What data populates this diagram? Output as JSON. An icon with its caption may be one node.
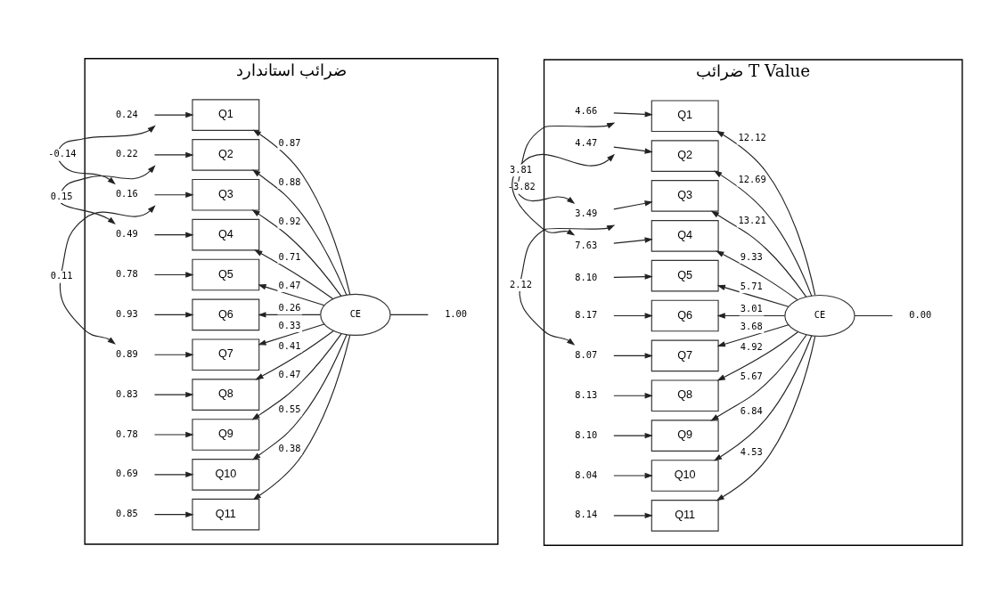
{
  "diagram": {
    "nodes": [
      {
        "text": [
          "ضرائب استاندارد"
        ]
      },
      {
        "text": [
          "Q1"
        ],
        "in": 0
      },
      {
        "text": [
          "Q2"
        ],
        "in": 0
      },
      {
        "text": [
          "Q3"
        ],
        "in": 0
      },
      {
        "text": [
          "Q4"
        ],
        "in": 0
      },
      {
        "text": [
          "Q5"
        ],
        "in": 0
      },
      {
        "text": [
          "Q6"
        ],
        "in": 0
      },
      {
        "text": [
          "Q7"
        ],
        "in": 0
      },
      {
        "text": [
          "Q8"
        ],
        "in": 0
      },
      {
        "text": [
          "Q9"
        ],
        "in": 0
      },
      {
        "text": [
          "Q10"
        ],
        "in": 0
      },
      {
        "text": [
          "Q11"
        ],
        "in": 0
      },
      {
        "text": [
          "CE"
        ],
        "in": 0
      },
      {
        "text": [
          "0.24"
        ],
        "in": 0
      },
      {
        "text": [
          "0.22"
        ],
        "in": 0
      },
      {
        "text": [
          "0.16"
        ],
        "in": 0
      },
      {
        "text": [
          "0.49"
        ],
        "in": 0
      },
      {
        "text": [
          "0.78"
        ],
        "in": 0
      },
      {
        "text": [
          "0.93"
        ],
        "in": 0
      },
      {
        "text": [
          "0.89"
        ],
        "in": 0
      },
      {
        "text": [
          "0.83"
        ],
        "in": 0
      },
      {
        "text": [
          "0.78"
        ],
        "in": 0
      },
      {
        "text": [
          "0.69"
        ],
        "in": 0
      },
      {
        "text": [
          "0.85"
        ],
        "in": 0
      },
      {
        "text": [
          "1.00"
        ],
        "in": 0
      },
      {
        "text": [
          "ضرائب T Value"
        ]
      },
      {
        "text": [
          "Q1"
        ],
        "in": 25
      },
      {
        "text": [
          "Q2"
        ],
        "in": 25
      },
      {
        "text": [
          "Q3"
        ],
        "in": 25
      },
      {
        "text": [
          "Q4"
        ],
        "in": 25
      },
      {
        "text": [
          "Q5"
        ],
        "in": 25
      },
      {
        "text": [
          "Q6"
        ],
        "in": 25
      },
      {
        "text": [
          "Q7"
        ],
        "in": 25
      },
      {
        "text": [
          "Q8"
        ],
        "in": 25
      },
      {
        "text": [
          "Q9"
        ],
        "in": 25
      },
      {
        "text": [
          "Q10"
        ],
        "in": 25
      },
      {
        "text": [
          "Q11"
        ],
        "in": 25
      },
      {
        "text": [
          "CE"
        ],
        "in": 25
      },
      {
        "text": [
          "4.66"
        ],
        "in": 25
      },
      {
        "text": [
          "4.47"
        ],
        "in": 25
      },
      {
        "text": [
          "3.49"
        ],
        "in": 25
      },
      {
        "text": [
          "7.63"
        ],
        "in": 25
      },
      {
        "text": [
          "8.10"
        ],
        "in": 25
      },
      {
        "text": [
          "8.17"
        ],
        "in": 25
      },
      {
        "text": [
          "8.07"
        ],
        "in": 25
      },
      {
        "text": [
          "8.13"
        ],
        "in": 25
      },
      {
        "text": [
          "8.10"
        ],
        "in": 25
      },
      {
        "text": [
          "8.04"
        ],
        "in": 25
      },
      {
        "text": [
          "8.14"
        ],
        "in": 25
      },
      {
        "text": [
          "0.00"
        ],
        "in": 25
      }
    ],
    "edges": [
      {
        "from": 13,
        "to": 1,
        "arrow": "to"
      },
      {
        "from": 14,
        "to": 2,
        "arrow": "to"
      },
      {
        "from": 15,
        "to": 3,
        "arrow": "to"
      },
      {
        "from": 16,
        "to": 4,
        "arrow": "to"
      },
      {
        "from": 17,
        "to": 5,
        "arrow": "to"
      },
      {
        "from": 18,
        "to": 6,
        "arrow": "to"
      },
      {
        "from": 19,
        "to": 7,
        "arrow": "to"
      },
      {
        "from": 20,
        "to": 8,
        "arrow": "to"
      },
      {
        "from": 21,
        "to": 9,
        "arrow": "to"
      },
      {
        "from": 22,
        "to": 10,
        "arrow": "to"
      },
      {
        "from": 23,
        "to": 11,
        "arrow": "to"
      },
      {
        "from": 12,
        "to": 1,
        "arrow": "to",
        "label": "0.87"
      },
      {
        "from": 12,
        "to": 2,
        "arrow": "to",
        "label": "0.88"
      },
      {
        "from": 12,
        "to": 3,
        "arrow": "to",
        "label": "0.92"
      },
      {
        "from": 12,
        "to": 4,
        "arrow": "to",
        "label": "0.71"
      },
      {
        "from": 12,
        "to": 5,
        "arrow": "to",
        "label": "0.47"
      },
      {
        "from": 12,
        "to": 6,
        "arrow": "to",
        "label": "0.26"
      },
      {
        "from": 12,
        "to": 7,
        "arrow": "to",
        "label": "0.33"
      },
      {
        "from": 12,
        "to": 8,
        "arrow": "to",
        "label": "0.41"
      },
      {
        "from": 12,
        "to": 9,
        "arrow": "to",
        "label": "0.47"
      },
      {
        "from": 12,
        "to": 10,
        "arrow": "to",
        "label": "0.55"
      },
      {
        "from": 12,
        "to": 11,
        "arrow": "to",
        "label": "0.38"
      },
      {
        "from": 12,
        "to": 24,
        "arrow": "none"
      },
      {
        "from": 13,
        "to": 15,
        "arrow": "both",
        "label": "-0.14"
      },
      {
        "from": 14,
        "to": 16,
        "arrow": "both",
        "label": "0.15"
      },
      {
        "from": 15,
        "to": 19,
        "arrow": "both",
        "label": "0.11"
      },
      {
        "from": 38,
        "to": 26,
        "arrow": "to"
      },
      {
        "from": 39,
        "to": 27,
        "arrow": "to"
      },
      {
        "from": 40,
        "to": 28,
        "arrow": "to"
      },
      {
        "from": 41,
        "to": 29,
        "arrow": "to"
      },
      {
        "from": 42,
        "to": 30,
        "arrow": "to"
      },
      {
        "from": 43,
        "to": 31,
        "arrow": "to"
      },
      {
        "from": 44,
        "to": 32,
        "arrow": "to"
      },
      {
        "from": 45,
        "to": 33,
        "arrow": "to"
      },
      {
        "from": 46,
        "to": 34,
        "arrow": "to"
      },
      {
        "from": 47,
        "to": 35,
        "arrow": "to"
      },
      {
        "from": 48,
        "to": 36,
        "arrow": "to"
      },
      {
        "from": 37,
        "to": 26,
        "arrow": "to",
        "label": "12.12"
      },
      {
        "from": 37,
        "to": 27,
        "arrow": "to",
        "label": "12.69"
      },
      {
        "from": 37,
        "to": 28,
        "arrow": "to",
        "label": "13.21"
      },
      {
        "from": 37,
        "to": 29,
        "arrow": "to",
        "label": "9.33"
      },
      {
        "from": 37,
        "to": 30,
        "arrow": "to",
        "label": "5.71"
      },
      {
        "from": 37,
        "to": 31,
        "arrow": "to",
        "label": "3.01"
      },
      {
        "from": 37,
        "to": 32,
        "arrow": "to",
        "label": "3.68"
      },
      {
        "from": 37,
        "to": 33,
        "arrow": "to",
        "label": "4.92"
      },
      {
        "from": 37,
        "to": 34,
        "arrow": "to",
        "label": "5.67"
      },
      {
        "from": 37,
        "to": 35,
        "arrow": "to",
        "label": "6.84"
      },
      {
        "from": 37,
        "to": 36,
        "arrow": "to",
        "label": "4.53"
      },
      {
        "from": 37,
        "to": 49,
        "arrow": "none"
      },
      {
        "from": 38,
        "to": 40,
        "arrow": "both",
        "label": "-3.82"
      },
      {
        "from": 39,
        "to": 41,
        "arrow": "both",
        "label": "3.81"
      },
      {
        "from": 40,
        "to": 44,
        "arrow": "both",
        "label": "2.12"
      }
    ]
  }
}
